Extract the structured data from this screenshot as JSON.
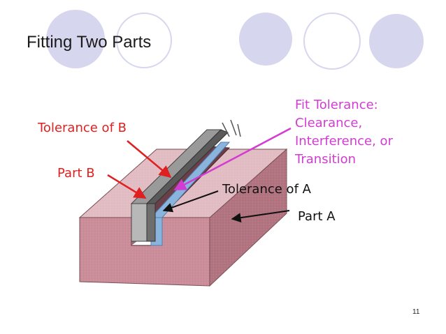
{
  "slide": {
    "title": "Fitting Two Parts",
    "page_number": "11"
  },
  "labels": {
    "tolerance_b": "Tolerance of B",
    "part_b": "Part B",
    "fit_tolerance": [
      "Fit Tolerance:",
      "Clearance,",
      "Interference, or",
      "Transition"
    ],
    "tolerance_a": "Tolerance of A",
    "part_a": "Part A"
  },
  "colors": {
    "label_red": "#e02020",
    "label_magenta": "#d23cd2",
    "label_black": "#111111",
    "decoration": "#d6d6ee",
    "part_a_body": "#c98c98",
    "part_b_body": "#b8b8b8",
    "tolerance_band": "#8ab4dc"
  }
}
